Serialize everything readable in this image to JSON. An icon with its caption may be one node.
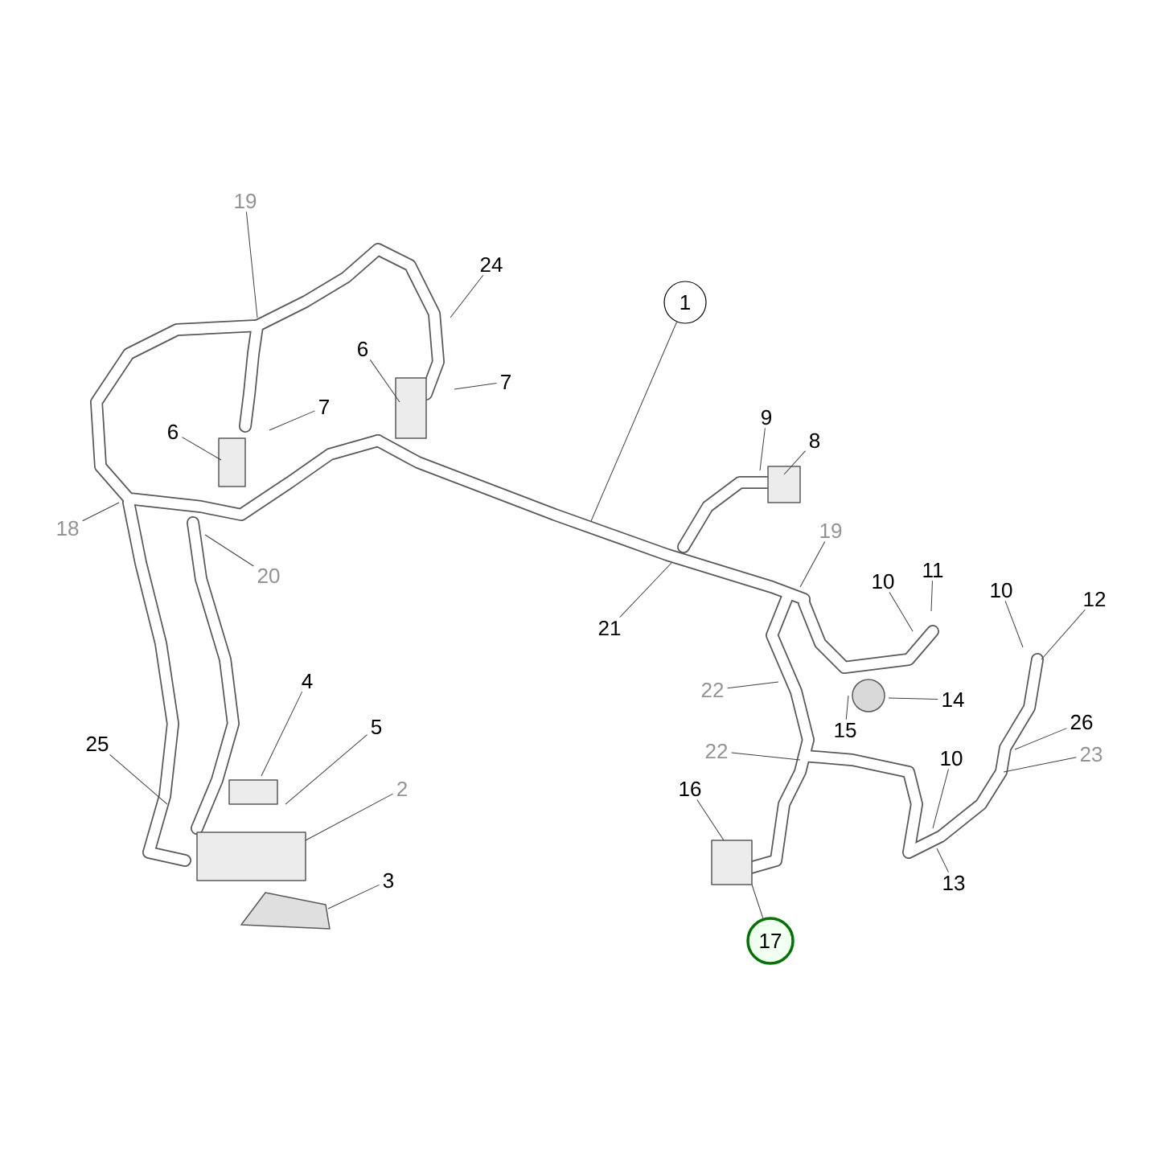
{
  "diagram": {
    "nodes": [
      {
        "text": [
          "19"
        ]
      },
      {
        "text": [
          "24"
        ]
      },
      {
        "text": [
          "1"
        ]
      },
      {
        "text": [
          "6"
        ]
      },
      {
        "text": [
          "7"
        ]
      },
      {
        "text": [
          "7"
        ]
      },
      {
        "text": [
          "9"
        ]
      },
      {
        "text": [
          "6"
        ]
      },
      {
        "text": [
          "8"
        ]
      },
      {
        "text": [
          "18"
        ]
      },
      {
        "text": [
          "19"
        ]
      },
      {
        "text": [
          "11"
        ]
      },
      {
        "text": [
          "20"
        ]
      },
      {
        "text": [
          "10"
        ]
      },
      {
        "text": [
          "10"
        ]
      },
      {
        "text": [
          "12"
        ]
      },
      {
        "text": [
          "21"
        ]
      },
      {
        "text": [
          "4"
        ]
      },
      {
        "text": [
          "22"
        ]
      },
      {
        "text": [
          "14"
        ]
      },
      {
        "text": [
          "26"
        ]
      },
      {
        "text": [
          "5"
        ]
      },
      {
        "text": [
          "15"
        ]
      },
      {
        "text": [
          "25"
        ]
      },
      {
        "text": [
          "22"
        ]
      },
      {
        "text": [
          "23"
        ]
      },
      {
        "text": [
          "10"
        ]
      },
      {
        "text": [
          "16"
        ]
      },
      {
        "text": [
          "2"
        ]
      },
      {
        "text": [
          "3"
        ]
      },
      {
        "text": [
          "13"
        ]
      },
      {
        "text": [
          "17"
        ]
      }
    ],
    "edges": [
      {
        "from": 0,
        "to": null,
        "arrow": "none"
      },
      {
        "from": 1,
        "to": null,
        "arrow": "none"
      },
      {
        "from": 2,
        "to": null,
        "arrow": "none"
      },
      {
        "from": 3,
        "to": null,
        "arrow": "none"
      },
      {
        "from": 4,
        "to": null,
        "arrow": "none"
      },
      {
        "from": 5,
        "to": null,
        "arrow": "none"
      },
      {
        "from": 6,
        "to": null,
        "arrow": "none"
      },
      {
        "from": 7,
        "to": null,
        "arrow": "none"
      },
      {
        "from": 8,
        "to": null,
        "arrow": "none"
      },
      {
        "from": 9,
        "to": null,
        "arrow": "none"
      },
      {
        "from": 10,
        "to": null,
        "arrow": "none"
      },
      {
        "from": 11,
        "to": null,
        "arrow": "none"
      },
      {
        "from": 12,
        "to": null,
        "arrow": "none"
      },
      {
        "from": 13,
        "to": null,
        "arrow": "none"
      },
      {
        "from": 14,
        "to": null,
        "arrow": "none"
      },
      {
        "from": 15,
        "to": null,
        "arrow": "none"
      },
      {
        "from": 16,
        "to": null,
        "arrow": "none"
      },
      {
        "from": 17,
        "to": null,
        "arrow": "none"
      },
      {
        "from": 18,
        "to": null,
        "arrow": "none"
      },
      {
        "from": 19,
        "to": null,
        "arrow": "none"
      },
      {
        "from": 20,
        "to": null,
        "arrow": "none"
      },
      {
        "from": 21,
        "to": null,
        "arrow": "none"
      },
      {
        "from": 22,
        "to": null,
        "arrow": "none"
      },
      {
        "from": 23,
        "to": null,
        "arrow": "none"
      },
      {
        "from": 24,
        "to": null,
        "arrow": "none"
      },
      {
        "from": 25,
        "to": null,
        "arrow": "none"
      },
      {
        "from": 26,
        "to": null,
        "arrow": "none"
      },
      {
        "from": 27,
        "to": null,
        "arrow": "none"
      },
      {
        "from": 28,
        "to": null,
        "arrow": "none"
      },
      {
        "from": 29,
        "to": null,
        "arrow": "none"
      },
      {
        "from": 30,
        "to": null,
        "arrow": "none"
      },
      {
        "from": 31,
        "to": null,
        "arrow": "none"
      }
    ]
  }
}
